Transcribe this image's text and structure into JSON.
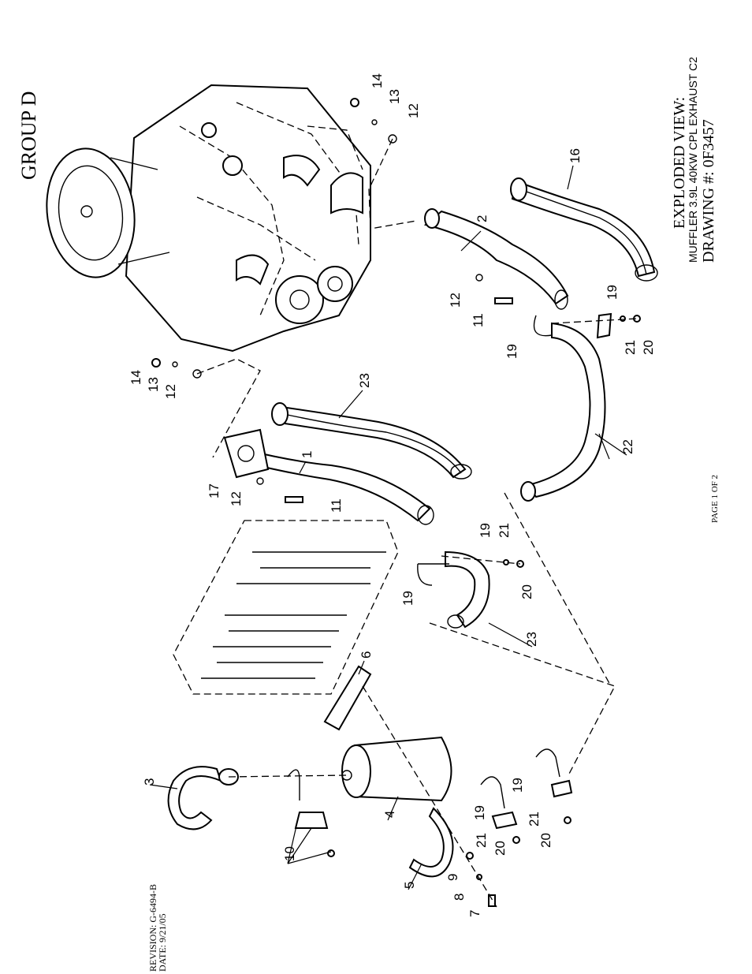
{
  "group_title": "GROUP D",
  "view_title": "EXPLODED VIEW:",
  "view_subtitle": "MUFFLER 3.9L  40KW CPL EXHAUST C2",
  "drawing_number": "DRAWING #: 0F3457",
  "page_indicator": "PAGE 1 OF 2",
  "revision": "REVISION: G-6494-B",
  "date": "DATE:  9/21/05",
  "part_callouts": [
    "1",
    "2",
    "3",
    "4",
    "5",
    "6",
    "7",
    "8",
    "9",
    "10",
    "11",
    "12",
    "13",
    "14",
    "16",
    "17",
    "19",
    "20",
    "21",
    "22",
    "23"
  ],
  "callout_labels": {
    "c14a": "14",
    "c13a": "13",
    "c12a": "12",
    "c14b": "14",
    "c13b": "13",
    "c12b": "12",
    "c2": "2",
    "c16": "16",
    "c12c": "12",
    "c11a": "11",
    "c19a": "19",
    "c19b": "19",
    "c21a": "21",
    "c20a": "20",
    "c22": "22",
    "c23a": "23",
    "c1": "1",
    "c17": "17",
    "c12d": "12",
    "c11b": "11",
    "c19c": "19",
    "c19d": "19",
    "c21b": "21",
    "c20b": "20",
    "c23b": "23",
    "c6": "6",
    "c3": "3",
    "c4": "4",
    "c10": "10",
    "c5": "5",
    "c9": "9",
    "c8": "8",
    "c7": "7",
    "c19e": "19",
    "c21c": "21",
    "c20c": "20",
    "c19f": "19",
    "c21d": "21",
    "c20d": "20"
  }
}
